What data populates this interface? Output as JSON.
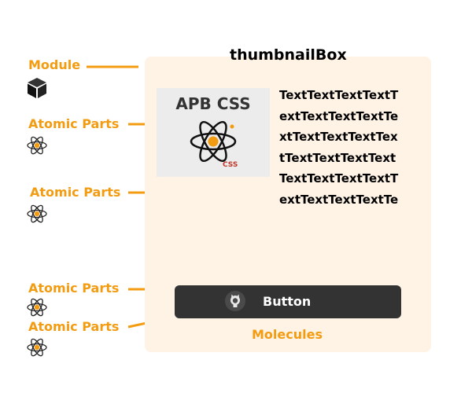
{
  "module_label": "Module",
  "atomic_labels": [
    "Atomic Parts",
    "Atomic Parts",
    "Atomic Parts",
    "Atomic Parts"
  ],
  "box_title": "thumbnailBox",
  "thumbnail": {
    "title": "APB CSS",
    "sub_label": "CSS"
  },
  "text_lines": [
    "TextTextTextTextT",
    "extTextTextTextTe",
    "xtTextTextTextTex",
    "tTextTextTextText",
    "TextTextTextTextT",
    "extTextTextTextTe"
  ],
  "button": {
    "label": "Button",
    "icon": "github-icon"
  },
  "molecules_label": "Molecules",
  "colors": {
    "accent": "#f39c12",
    "panel": "#fff3e6",
    "button_bg": "#333333"
  }
}
